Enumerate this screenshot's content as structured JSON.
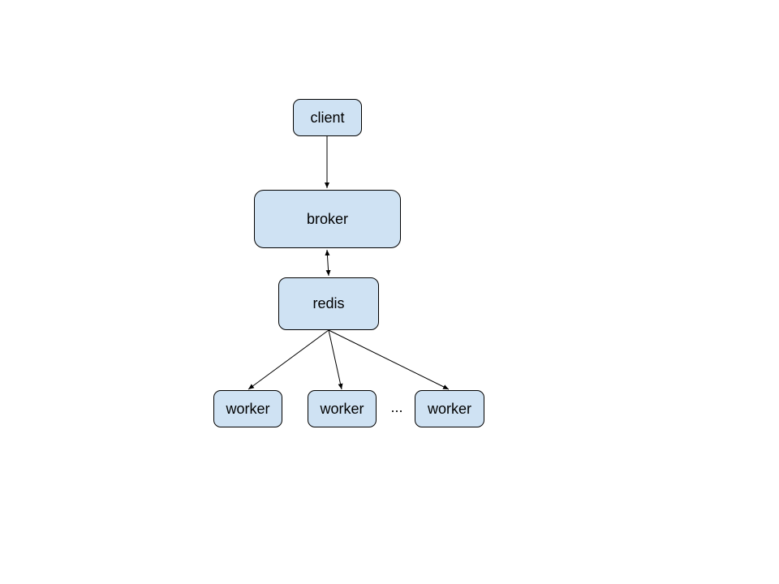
{
  "diagram": {
    "nodes": {
      "client": "client",
      "broker": "broker",
      "redis": "redis",
      "worker_1": "worker",
      "worker_2": "worker",
      "worker_3": "worker"
    },
    "ellipsis": "...",
    "edges": [
      {
        "from": "client",
        "to": "broker",
        "direction": "forward"
      },
      {
        "from": "broker",
        "to": "redis",
        "direction": "both"
      },
      {
        "from": "redis",
        "to": "worker_1",
        "direction": "forward"
      },
      {
        "from": "redis",
        "to": "worker_2",
        "direction": "forward"
      },
      {
        "from": "redis",
        "to": "worker_3",
        "direction": "forward"
      }
    ],
    "colors": {
      "node_fill": "#cfe2f3",
      "node_border": "#000000",
      "edge": "#000000"
    }
  }
}
